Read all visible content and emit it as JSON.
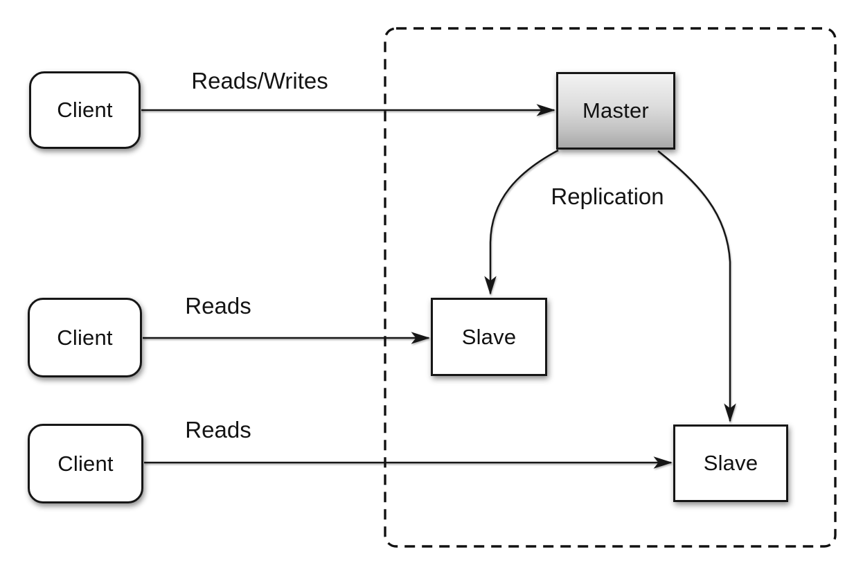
{
  "diagram": {
    "nodes": {
      "clients": [
        {
          "label": "Client"
        },
        {
          "label": "Client"
        },
        {
          "label": "Client"
        }
      ],
      "master": {
        "label": "Master"
      },
      "slaves": [
        {
          "label": "Slave"
        },
        {
          "label": "Slave"
        }
      ]
    },
    "edge_labels": {
      "reads_writes": "Reads/Writes",
      "reads_middle": "Reads",
      "reads_bottom": "Reads",
      "replication": "Replication"
    },
    "colors": {
      "line": "#161616",
      "box_border": "#161616",
      "box_fill": "#ffffff",
      "master_gradient_top": "#f2f2f2",
      "master_gradient_bottom": "#a9a9a9",
      "boundary_dash": "#111111"
    }
  }
}
